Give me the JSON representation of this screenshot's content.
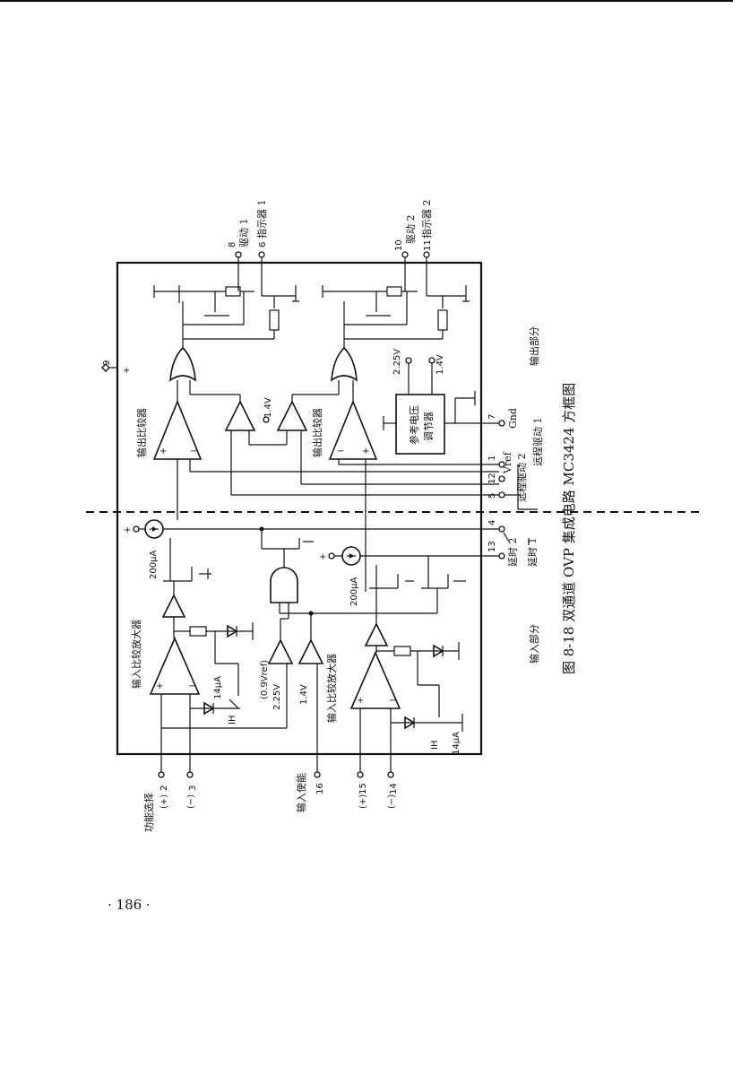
{
  "figure": {
    "caption": "图 8-18   双通道 OVP 集成电路 MC3424 方框图",
    "sections": {
      "input": "输入部分",
      "output": "输出部分"
    },
    "blocks": {
      "input_comparator": "输入比较放大器",
      "output_comparator": "输出比较器",
      "reference_regulator_line1": "参考电压",
      "reference_regulator_line2": "调节器"
    },
    "pins": {
      "p1": "1",
      "p2": "2",
      "p3": "3",
      "p4": "4",
      "p5": "5",
      "p6": "6",
      "p7": "7",
      "p8": "8",
      "p9": "9",
      "p10": "10",
      "p11": "11",
      "p12": "12",
      "p13": "13",
      "p14": "14",
      "p15": "15",
      "p16": "16"
    },
    "signals": {
      "drive1": "驱动 1",
      "indicator1": "指示器 1",
      "drive2": "驱动 2",
      "indicator2": "指示器 2",
      "vref": "Vref",
      "gnd": "Gnd",
      "remote_drive2": "远程驱动 2",
      "remote_drive1": "远程驱动 1",
      "delay2": "延时 2",
      "delay1": "延时 1",
      "function_select": "功能选择",
      "plus_paren": "(+)",
      "minus_paren": "(−)",
      "input_enable": "输入使能",
      "plus_sign": "+"
    },
    "values": {
      "current_200ua": "200μA",
      "current_14ua": "14μA",
      "v225": "2.25V",
      "v14": "1.4V",
      "v09ref": "(0.9Vref)",
      "ih": "IH"
    }
  },
  "page": {
    "number": "· 186 ·"
  }
}
